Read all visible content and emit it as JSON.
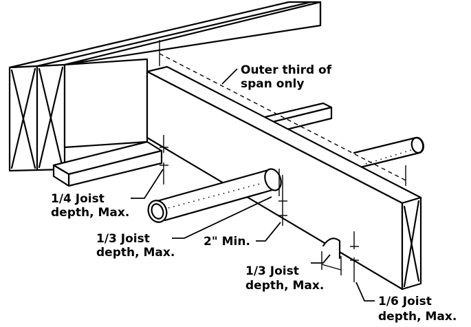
{
  "diagram": {
    "stroke_color": "#000000",
    "background": "#ffffff",
    "labels": {
      "outer_third": [
        "Outer third of",
        "span only"
      ],
      "quarter_depth": [
        "1/4 Joist",
        "depth, Max."
      ],
      "third_depth_hole": [
        "1/3 Joist",
        "depth, Max."
      ],
      "two_inch_min": [
        "2\" Min."
      ],
      "third_depth_notch": [
        "1/3 Joist",
        "depth, Max."
      ],
      "sixth_depth": [
        "1/6 Joist",
        "depth, Max."
      ]
    }
  }
}
